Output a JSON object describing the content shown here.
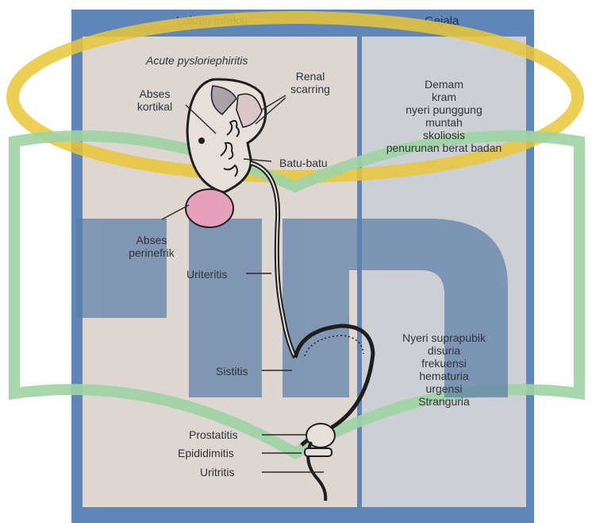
{
  "headers": {
    "infection_site": "Lokasi infeksi",
    "symptoms": "Gejala"
  },
  "labels": {
    "acute": "Acute pysloriephiritis",
    "renal_scarring": [
      "Renal",
      "scarring"
    ],
    "abses_kortikal": [
      "Abses",
      "kortikal"
    ],
    "batu_batu": "Batu-batu",
    "abses_perinefrik": [
      "Abses",
      "perinefrik"
    ],
    "uriteritis": "Uriteritis",
    "sistitis": "Sistitis",
    "prostatitis": "Prostatitis",
    "epididimitis": "Epididimitis",
    "uritritis": "Uritritis"
  },
  "symptoms_upper": [
    "Demam",
    "kram",
    "nyeri punggung",
    "muntah",
    "skoliosis",
    "penurunan berat badan"
  ],
  "symptoms_lower": [
    "Nyeri suprapubik",
    "disuria",
    "frekuensi",
    "hematuria",
    "urgensi",
    "Stranguria"
  ],
  "colors": {
    "frame": "#5f86b6",
    "left_panel": "#ddd6d1",
    "right_panel": "#ccd0d4",
    "watermark_gold": "#e9c73a",
    "watermark_green": "#9fd3a4",
    "watermark_blue": "#5d7ea8"
  },
  "watermark": "UIN"
}
